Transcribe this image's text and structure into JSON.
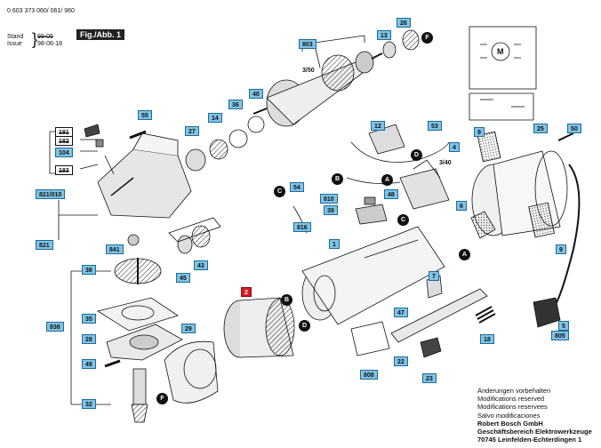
{
  "header": {
    "doc_number": "0 603 373 060/ 061/ 960",
    "stand_label": "Stand",
    "stand_value": "99-05",
    "issue_label": "Issue",
    "issue_value": "98-06-18",
    "figure": "Fig./Abb. 1"
  },
  "parts": {
    "p803": "803",
    "p3_50": "3/50",
    "p13": "13",
    "p26": "26",
    "p40": "40",
    "p36": "36",
    "p14": "14",
    "p27": "27",
    "p55": "55",
    "p181": "181",
    "p182": "182",
    "p104": "104",
    "p183": "183",
    "p821_010": "821/010",
    "p821": "821",
    "p841": "841",
    "p45": "45",
    "p43": "43",
    "p38": "38",
    "p838": "838",
    "p35": "35",
    "p28": "28",
    "p49": "49",
    "p32": "32",
    "p29": "29",
    "p2": "2",
    "p12": "12",
    "p53": "53",
    "p4": "4",
    "p3_40": "3/40",
    "p54": "54",
    "p810": "810",
    "p39": "39",
    "p48": "48",
    "p816": "816",
    "p1": "1",
    "p6": "6",
    "p7": "7",
    "p47": "47",
    "p22": "22",
    "p808": "808",
    "p23": "23",
    "p18": "18",
    "p9a": "9",
    "p9b": "9",
    "p25": "25",
    "p50": "50",
    "p5": "5",
    "p805": "805"
  },
  "refs": {
    "F": "F",
    "A": "A",
    "B": "B",
    "C": "C",
    "D": "D"
  },
  "motor": {
    "symbol": "M"
  },
  "footer": {
    "line1": "Änderungen vorbehalten",
    "line2": "Modifications reserved",
    "line3": "Modifications reservees",
    "line4": "Salvo modificaciones",
    "line5": "Robert Bosch GmbH",
    "line6": "Geschäftsbereich Elektrowerkzeuge",
    "line7": "70745 Leinfelden-Echterdingen 1"
  }
}
